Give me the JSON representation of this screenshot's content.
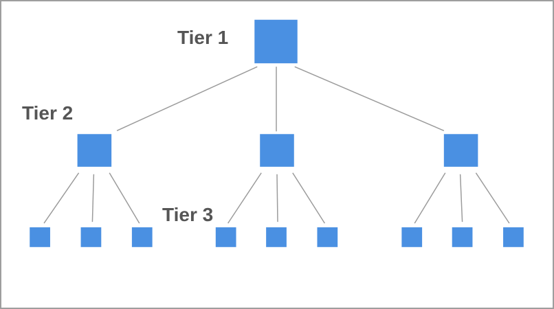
{
  "diagram": {
    "type": "hierarchy-tree",
    "tiers": [
      {
        "label": "Tier 1",
        "node_count": 1
      },
      {
        "label": "Tier 2",
        "node_count": 3
      },
      {
        "label": "Tier 3",
        "node_count": 9
      }
    ],
    "structure": {
      "tier2_children_of_tier1": 3,
      "tier3_children_per_tier2_node": 3,
      "total_nodes": 13,
      "total_connectors": 12
    }
  },
  "colors": {
    "node": "#4a90e2",
    "connector": "#9b9b9b",
    "label_text": "#555555",
    "canvas_border": "#9e9e9e",
    "background": "#ffffff"
  }
}
